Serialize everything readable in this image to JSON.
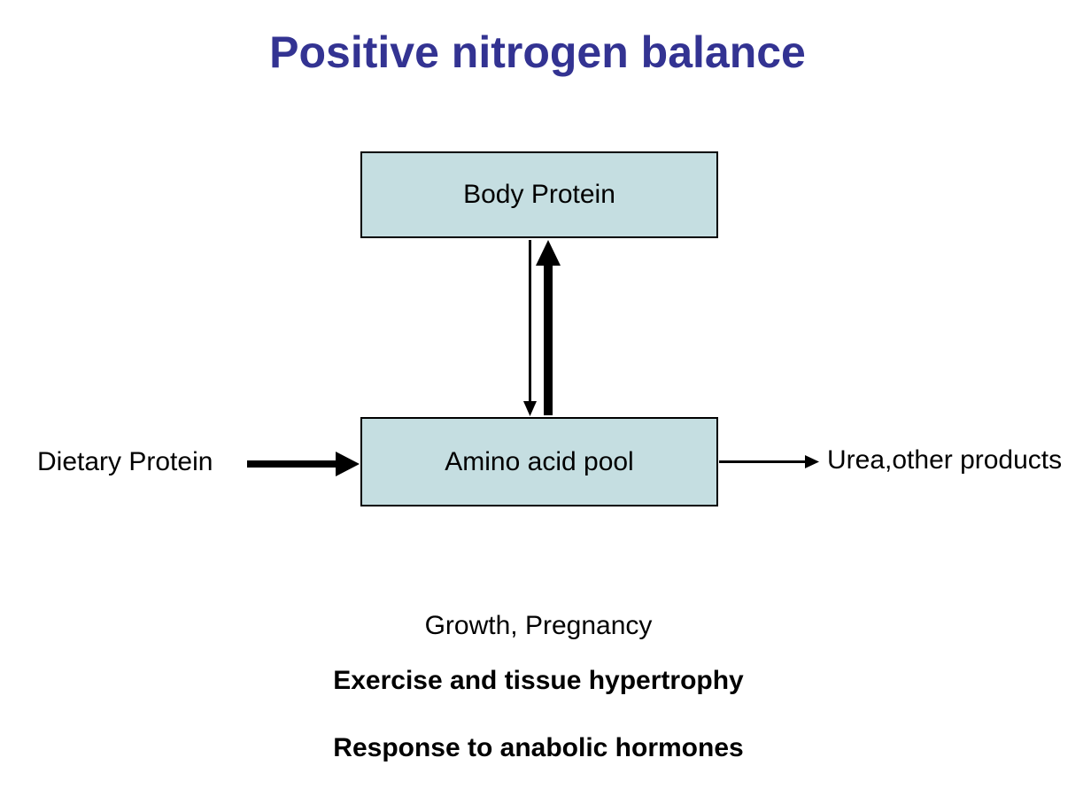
{
  "slide": {
    "title": "Positive nitrogen balance"
  },
  "boxes": {
    "body_protein": {
      "label": "Body Protein"
    },
    "amino_acid_pool": {
      "label": "Amino acid pool"
    }
  },
  "side_labels": {
    "dietary_protein": "Dietary Protein",
    "urea": "Urea,other products"
  },
  "notes": {
    "growth": "Growth, Pregnancy",
    "exercise": "Exercise and tissue hypertrophy",
    "response": "Response to anabolic hormones"
  },
  "arrows": [
    {
      "name": "body-protein-to-amino-acid-pool",
      "from": "Body Protein",
      "to": "Amino acid pool",
      "direction": "down",
      "weight": "thin"
    },
    {
      "name": "amino-acid-pool-to-body-protein",
      "from": "Amino acid pool",
      "to": "Body Protein",
      "direction": "up",
      "weight": "thick"
    },
    {
      "name": "dietary-protein-to-amino-acid-pool",
      "from": "Dietary Protein",
      "to": "Amino acid pool",
      "direction": "right",
      "weight": "thick"
    },
    {
      "name": "amino-acid-pool-to-urea",
      "from": "Amino acid pool",
      "to": "Urea,other products",
      "direction": "right",
      "weight": "thin"
    }
  ],
  "colors": {
    "background": "#ffffff",
    "title": "#333392",
    "box_fill": "#c5dee1",
    "box_border": "#000000",
    "arrow": "#000000",
    "text": "#000000"
  }
}
